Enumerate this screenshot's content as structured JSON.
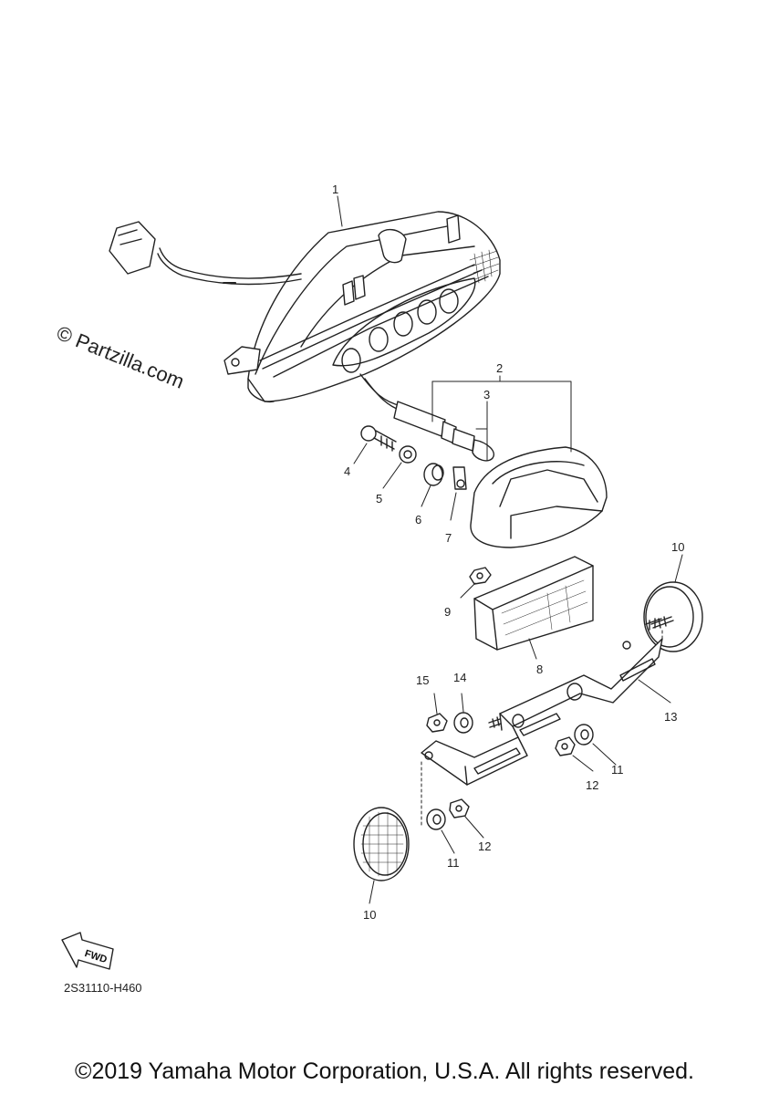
{
  "watermark": "© Partzilla.com",
  "diagram_code": "2S31110-H460",
  "copyright": "©2019 Yamaha Motor Corporation, U.S.A. All rights reserved.",
  "fwd_label": "FWD",
  "callouts": {
    "c1": "1",
    "c2": "2",
    "c3": "3",
    "c4": "4",
    "c5": "5",
    "c6": "6",
    "c7": "7",
    "c8": "8",
    "c9": "9",
    "c10a": "10",
    "c10b": "10",
    "c11a": "11",
    "c11b": "11",
    "c12a": "12",
    "c12b": "12",
    "c13": "13",
    "c14": "14",
    "c15": "15"
  }
}
